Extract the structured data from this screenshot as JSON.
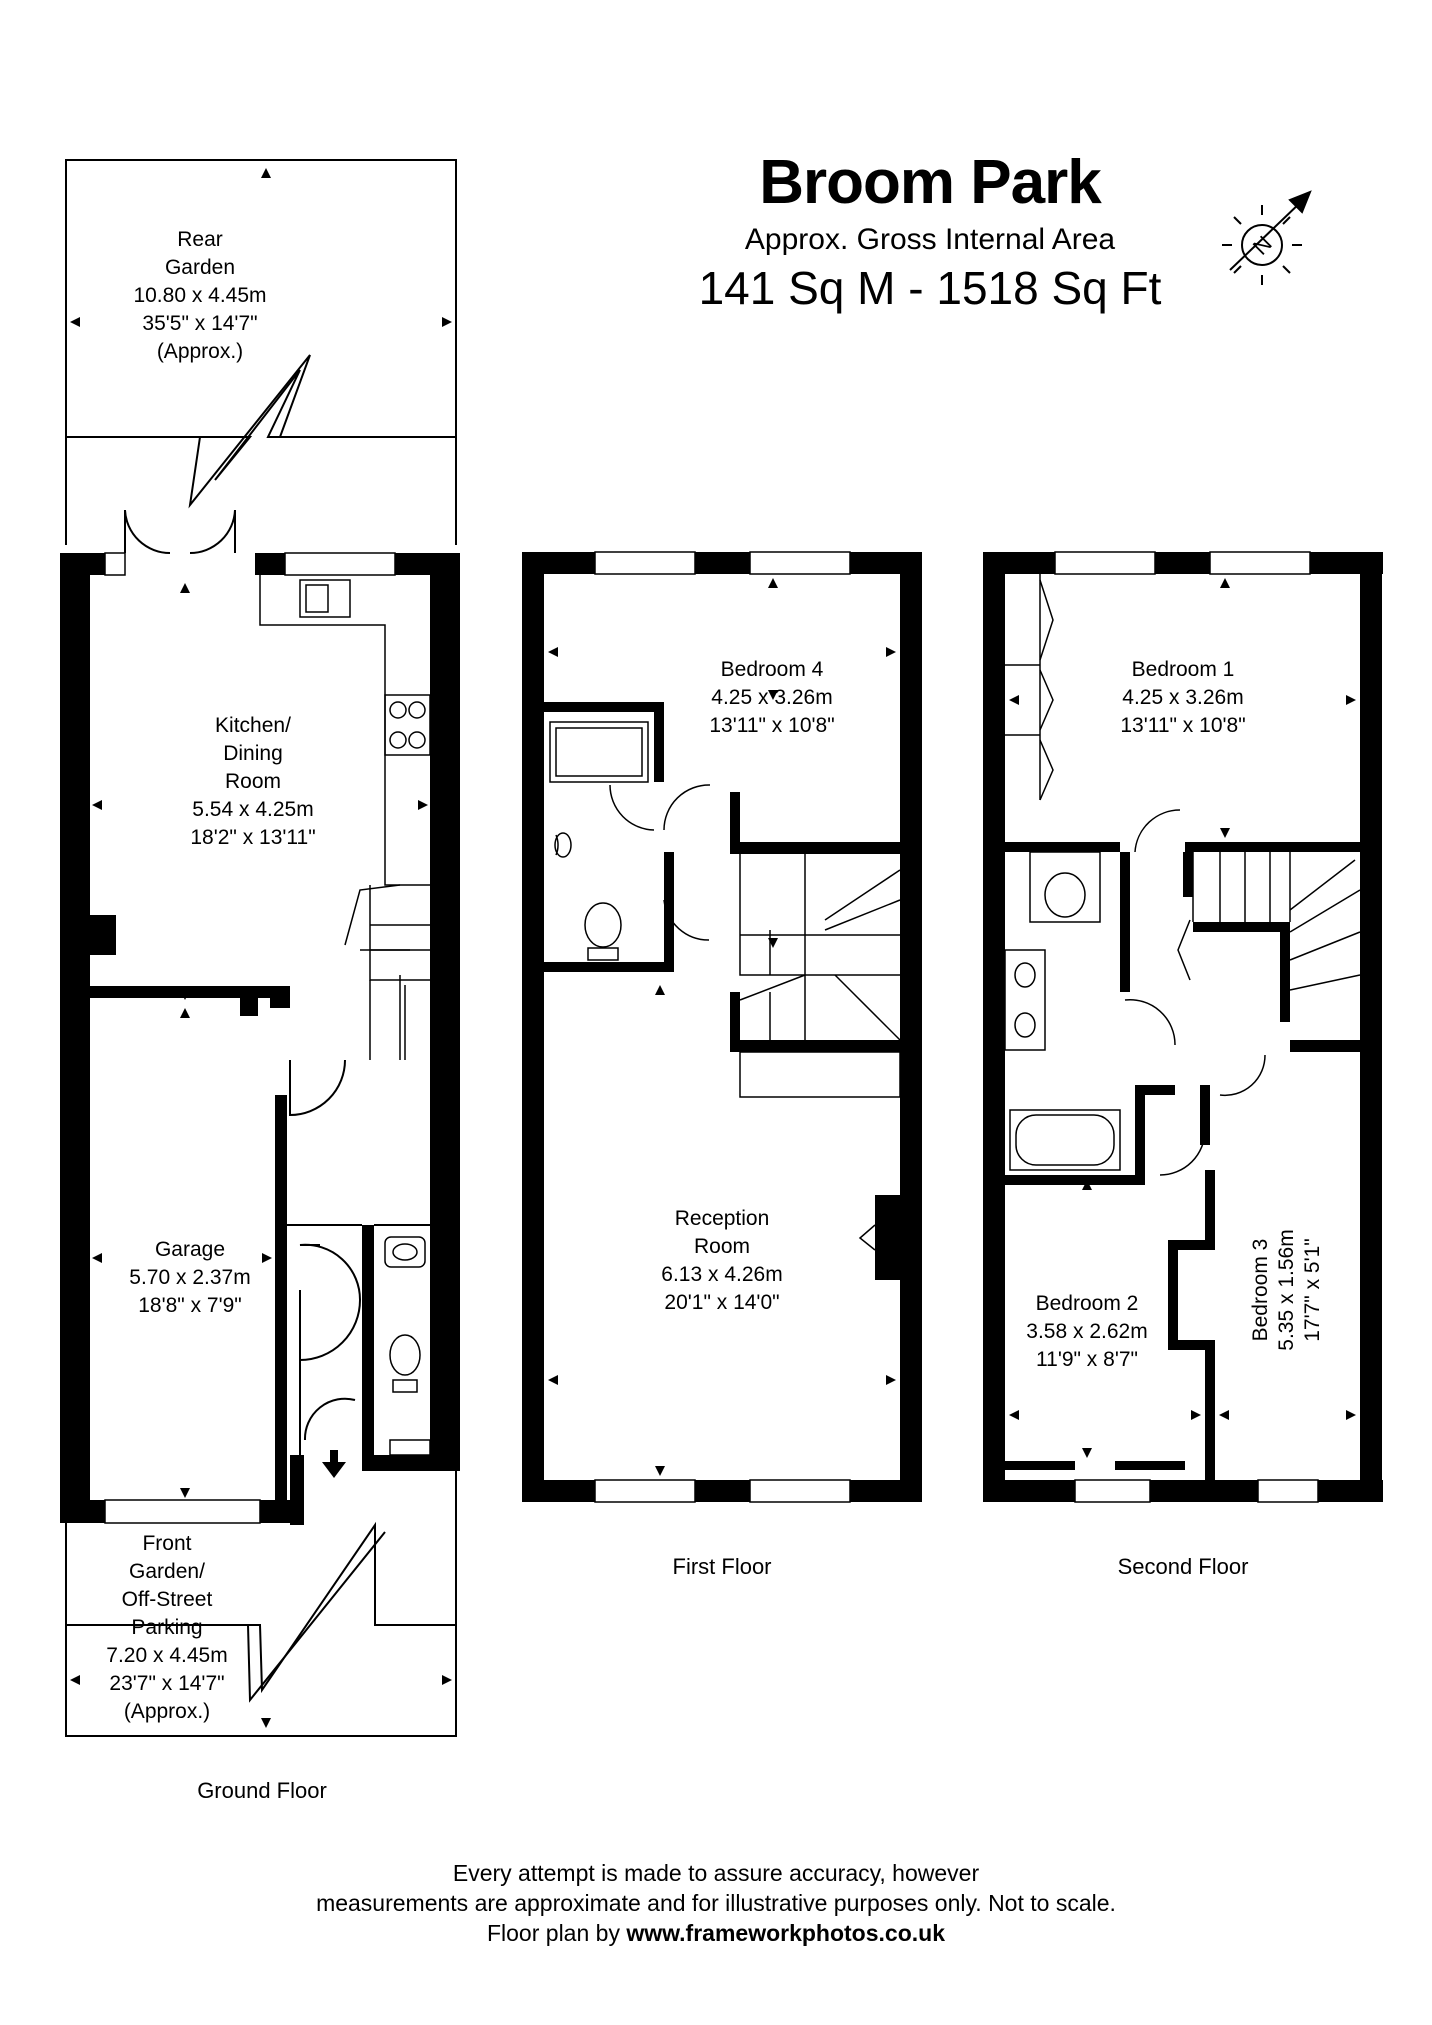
{
  "header": {
    "title": "Broom Park",
    "subtitle": "Approx. Gross Internal Area",
    "area": "141 Sq M - 1518 Sq Ft",
    "compass": "compass-icon"
  },
  "ground_floor": {
    "label": "Ground Floor",
    "rear_garden": [
      "Rear",
      "Garden",
      "10.80 x 4.45m",
      "35'5\" x 14'7\"",
      "(Approx.)"
    ],
    "kitchen": [
      "Kitchen/",
      "Dining",
      "Room",
      "5.54 x 4.25m",
      "18'2\" x 13'11\""
    ],
    "garage": [
      "Garage",
      "5.70 x 2.37m",
      "18'8\" x 7'9\""
    ],
    "front_garden": [
      "Front",
      "Garden/",
      "Off-Street",
      "Parking",
      "7.20 x 4.45m",
      "23'7\" x 14'7\"",
      "(Approx.)"
    ]
  },
  "first_floor": {
    "label": "First Floor",
    "bedroom4": [
      "Bedroom 4",
      "4.25 x 3.26m",
      "13'11\" x 10'8\""
    ],
    "reception": [
      "Reception",
      "Room",
      "6.13 x 4.26m",
      "20'1\" x 14'0\""
    ]
  },
  "second_floor": {
    "label": "Second Floor",
    "bedroom1": [
      "Bedroom 1",
      "4.25 x 3.26m",
      "13'11\" x 10'8\""
    ],
    "bedroom2": [
      "Bedroom 2",
      "3.58 x 2.62m",
      "11'9\" x 8'7\""
    ],
    "bedroom3": [
      "Bedroom 3",
      "5.35 x 1.56m",
      "17'7\" x 5'1\""
    ]
  },
  "footer": {
    "line1": "Every attempt is made to assure accuracy, however",
    "line2": "measurements are approximate and for illustrative purposes only. Not to scale.",
    "line3_prefix": "Floor plan by ",
    "line3_link": "www.frameworkphotos.co.uk"
  }
}
